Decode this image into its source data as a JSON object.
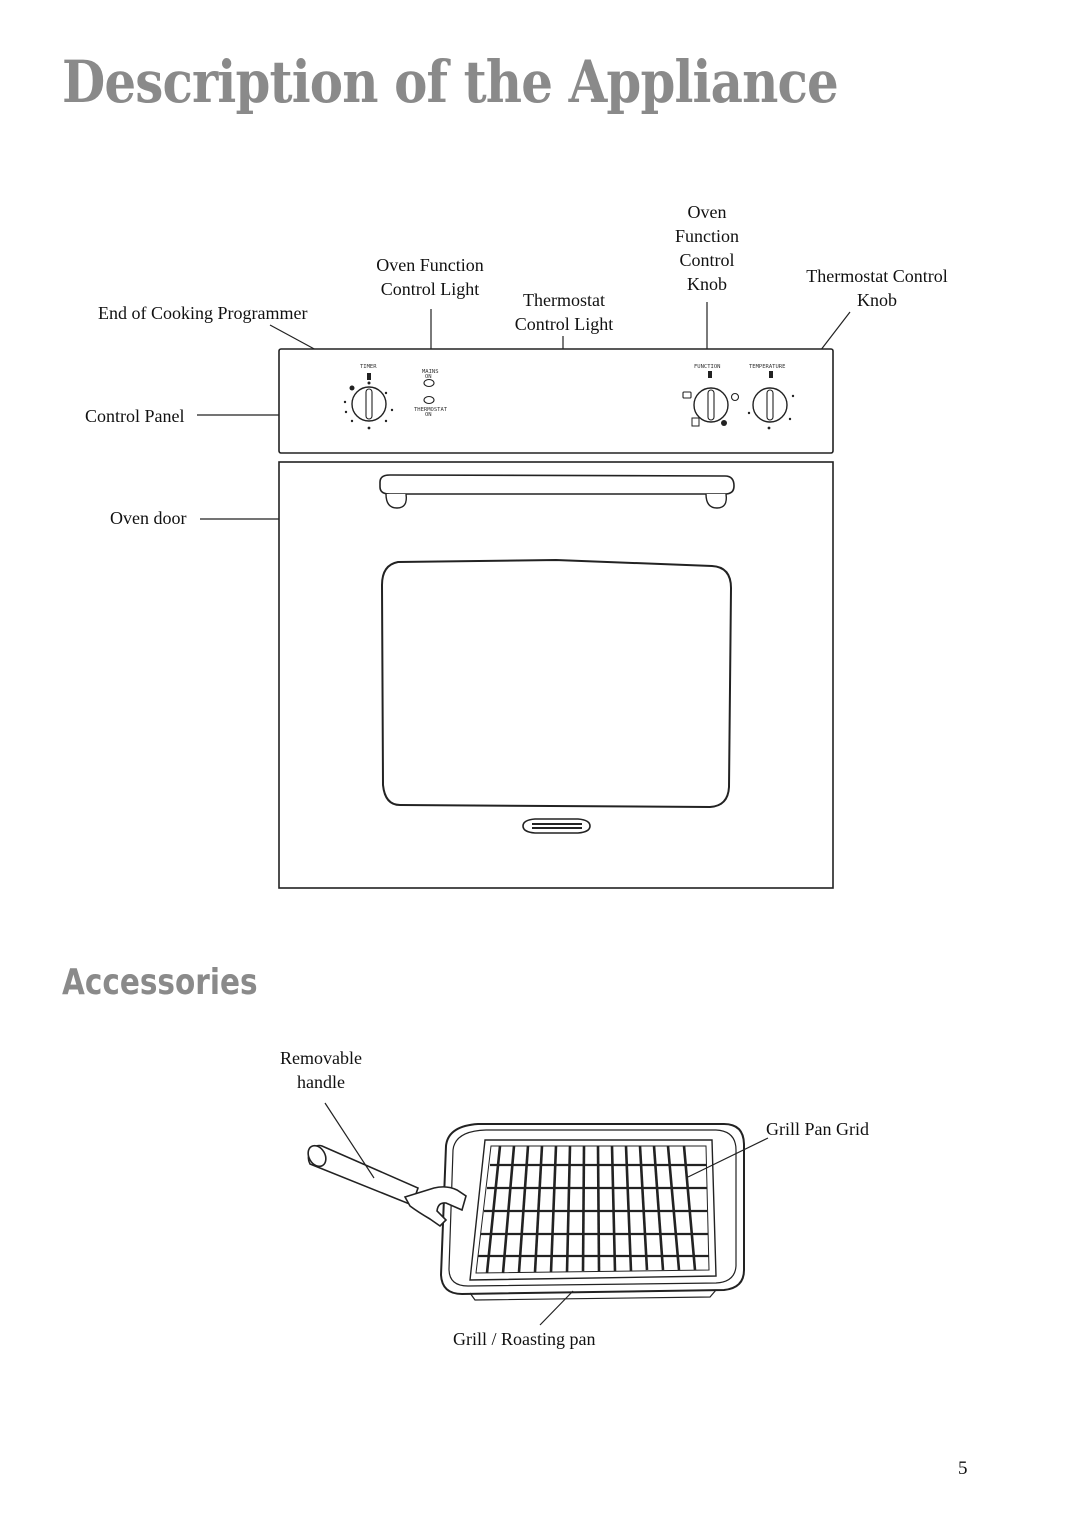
{
  "heading": "Description of the Appliance",
  "appliance_labels": {
    "end_of_cooking_programmer": "End of Cooking Programmer",
    "oven_function_control_light": "Oven Function\nControl Light",
    "thermostat_control_light": "Thermostat\nControl Light",
    "oven_function_control_knob": "Oven\nFunction\nControl\nKnob",
    "thermostat_control_knob": "Thermostat Control\nKnob",
    "control_panel": "Control Panel",
    "oven_door": "Oven door"
  },
  "panel_text": {
    "timer": "TIMER",
    "mains_on": "MAINS\nON",
    "thermostat_on": "THERMOSTAT\nON",
    "function": "FUNCTION",
    "temperature": "TEMPERATURE"
  },
  "accessories_heading": "Accessories",
  "accessory_labels": {
    "removable_handle": "Removable\nhandle",
    "grill_pan_grid": "Grill Pan Grid",
    "grill_roasting_pan": "Grill / Roasting pan"
  },
  "page_number": "5"
}
